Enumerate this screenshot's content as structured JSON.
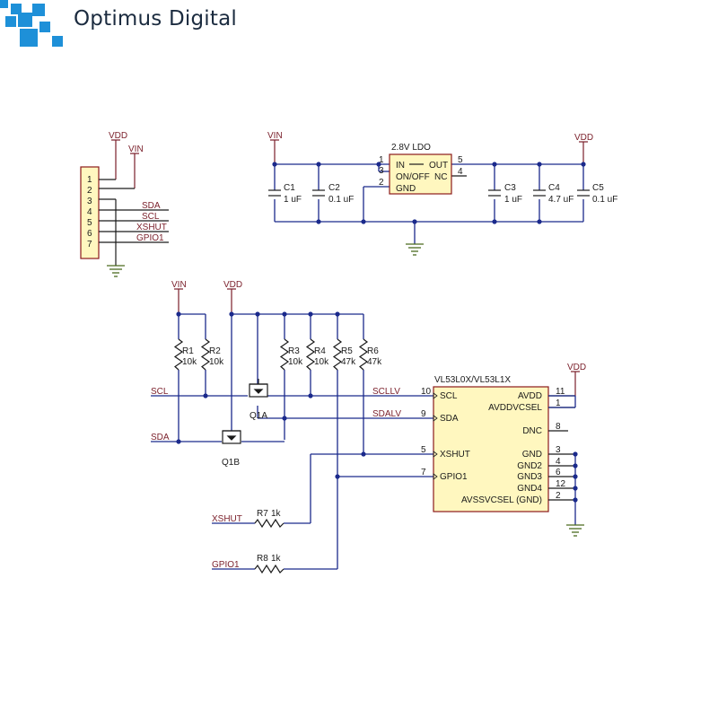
{
  "header": {
    "brand": "Optimus Digital",
    "logo_icon": "pixel-squares-logo-icon",
    "logo_color": "#1e90d8"
  },
  "power": {
    "vdd": "VDD",
    "vin": "VIN"
  },
  "connector": {
    "pins": [
      "1",
      "2",
      "3",
      "4",
      "5",
      "6",
      "7"
    ],
    "signals": [
      "SDA",
      "SCL",
      "XSHUT",
      "GPIO1"
    ]
  },
  "ldo": {
    "title": "2.8V LDO",
    "pin_in": "IN",
    "pin_onoff": "ON/OFF",
    "pin_gnd": "GND",
    "pin_out": "OUT",
    "pin_nc": "NC",
    "num_in": "1",
    "num_onoff": "3",
    "num_gnd": "2",
    "num_out": "5",
    "num_nc": "4"
  },
  "caps": {
    "c1": {
      "name": "C1",
      "value": "1 uF"
    },
    "c2": {
      "name": "C2",
      "value": "0.1 uF"
    },
    "c3": {
      "name": "C3",
      "value": "1 uF"
    },
    "c4": {
      "name": "C4",
      "value": "4.7 uF"
    },
    "c5": {
      "name": "C5",
      "value": "0.1 uF"
    }
  },
  "resistors": {
    "r1": {
      "name": "R1",
      "value": "10k"
    },
    "r2": {
      "name": "R2",
      "value": "10k"
    },
    "r3": {
      "name": "R3",
      "value": "10k"
    },
    "r4": {
      "name": "R4",
      "value": "10k"
    },
    "r5": {
      "name": "R5",
      "value": "47k"
    },
    "r6": {
      "name": "R6",
      "value": "47k"
    },
    "r7": {
      "name": "R7",
      "value": "1k"
    },
    "r8": {
      "name": "R8",
      "value": "1k"
    }
  },
  "fets": {
    "q1a": "Q1A",
    "q1b": "Q1B"
  },
  "nets": {
    "scl": "SCL",
    "sda": "SDA",
    "sclLV": "SCLLV",
    "sdaLV": "SDALV",
    "xshut": "XSHUT",
    "gpio1": "GPIO1"
  },
  "sensor": {
    "title": "VL53L0X/VL53L1X",
    "left_pins": [
      {
        "name": "SCL",
        "num": "10"
      },
      {
        "name": "SDA",
        "num": "9"
      },
      {
        "name": "XSHUT",
        "num": "5"
      },
      {
        "name": "GPIO1",
        "num": "7"
      }
    ],
    "right_pins": [
      {
        "name": "AVDD",
        "num": "11"
      },
      {
        "name": "AVDDVCSEL",
        "num": "1"
      },
      {
        "name": "DNC",
        "num": "8"
      },
      {
        "name": "GND",
        "num": "3"
      },
      {
        "name": "GND2",
        "num": "4"
      },
      {
        "name": "GND3",
        "num": "6"
      },
      {
        "name": "GND4",
        "num": "12"
      },
      {
        "name": "AVSSVCSEL (GND)",
        "num": "2"
      }
    ]
  }
}
